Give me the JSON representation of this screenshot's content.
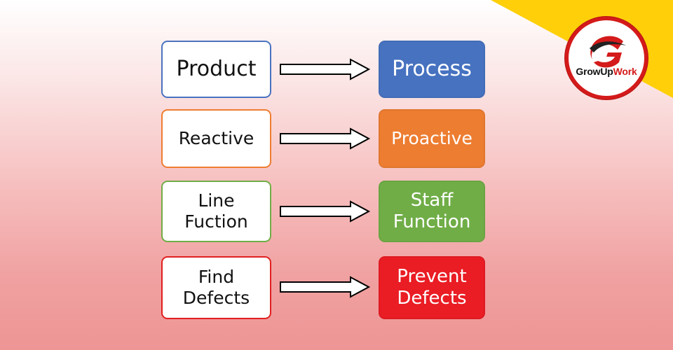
{
  "brand": {
    "name_part1": "GrowUp",
    "name_part2": "Work",
    "accent_color": "#d41a1a",
    "corner_color": "#ffcf0a"
  },
  "rows": [
    {
      "from": [
        "Product"
      ],
      "to": [
        "Process"
      ],
      "color": "#4672c0"
    },
    {
      "from": [
        "Reactive"
      ],
      "to": [
        "Proactive"
      ],
      "color": "#ed7d31"
    },
    {
      "from": [
        "Line",
        "Fuction"
      ],
      "to": [
        "Staff",
        "Function"
      ],
      "color": "#70ad47"
    },
    {
      "from": [
        "Find",
        "Defects"
      ],
      "to": [
        "Prevent",
        "Defects"
      ],
      "color": "#ea1c24"
    }
  ]
}
